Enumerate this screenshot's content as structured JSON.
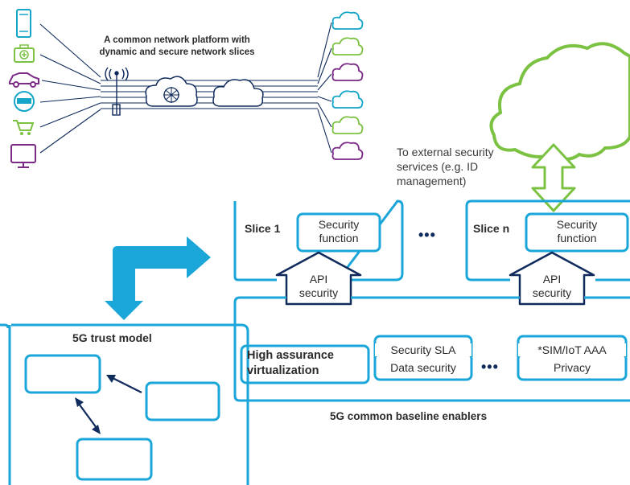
{
  "platform": {
    "title_line1": "A common network platform with",
    "title_line2": "dynamic and secure network slices"
  },
  "external": {
    "line1": "To external security",
    "line2": "services (e.g. ID",
    "line3": "management)"
  },
  "slices": {
    "slice1_label": "Slice 1",
    "slice1_func_line1": "Security",
    "slice1_func_line2": "function",
    "slice1_api_line1": "API",
    "slice1_api_line2": "security",
    "ellipsis": "•••",
    "slicen_label": "Slice n",
    "slicen_func_line1": "Security",
    "slicen_func_line2": "function",
    "slicen_api_line1": "API",
    "slicen_api_line2": "security"
  },
  "baseline": {
    "hav_line1": "High assurance",
    "hav_line2": "virtualization",
    "security_sla": "Security SLA",
    "data_security": "Data security",
    "ellipsis": "•••",
    "sim_aaa": "*SIM/IoT AAA",
    "privacy": "Privacy",
    "caption": "5G common baseline enablers"
  },
  "trust": {
    "title": "5G trust model"
  },
  "colors": {
    "accent_blue": "#1aa6d8",
    "navy": "#0f2a5c",
    "green": "#7cc242",
    "magenta": "#7b2a86",
    "teal": "#14a5c8"
  }
}
